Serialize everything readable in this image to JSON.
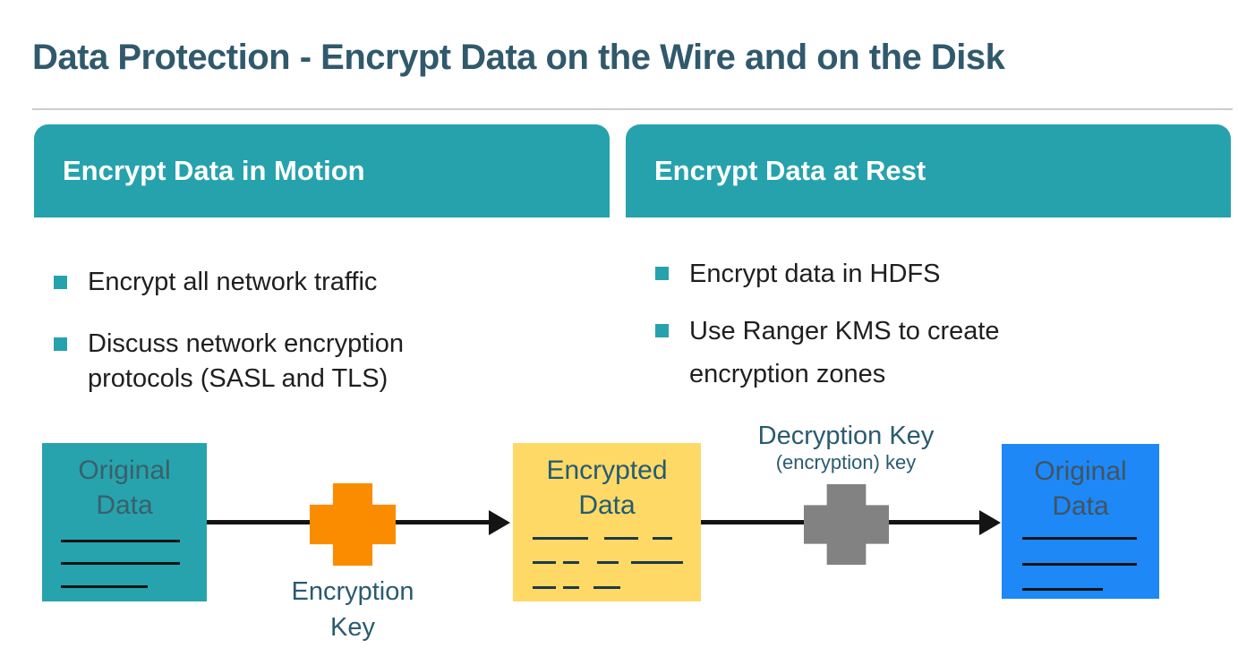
{
  "title": "Data Protection - Encrypt Data on the Wire and on the Disk",
  "panels": [
    {
      "header": "Encrypt Data in Motion",
      "bullets": [
        "Encrypt all network traffic",
        "Discuss network encryption protocols (SASL and TLS)"
      ]
    },
    {
      "header": "Encrypt Data at Rest",
      "bullets": [
        "Encrypt data in HDFS",
        "Use Ranger KMS to create encryption zones"
      ]
    }
  ],
  "diagram": {
    "source_box": {
      "label": "Original Data"
    },
    "encrypted_box": {
      "label": "Encrypted Data"
    },
    "result_box": {
      "label": "Original Data"
    },
    "encryption_key": {
      "label": "Encryption Key"
    },
    "decryption_key": {
      "label": "Decryption Key",
      "sublabel": "(encryption) key"
    }
  },
  "colors": {
    "title_text": "#30596C",
    "teal_accent": "#26A2AD",
    "teal_box": "#27A3AD",
    "orange_key": "#FB8C00",
    "yellow_box": "#FFD966",
    "gray_key": "#828282",
    "blue_box": "#1E88F7",
    "diagram_label_text": "#2A5B6F",
    "divider": "#CACCCE"
  }
}
